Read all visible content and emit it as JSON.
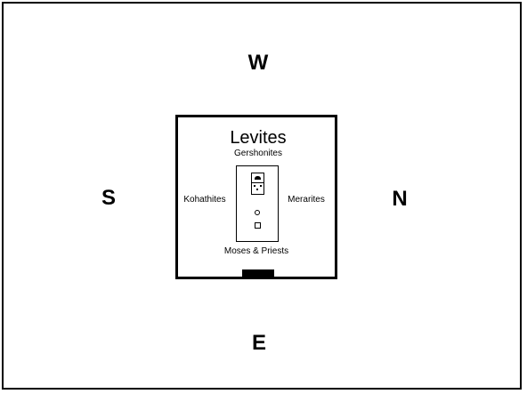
{
  "directions": {
    "west": "W",
    "south": "S",
    "north": "N",
    "east": "E"
  },
  "camp": {
    "title": "Levites",
    "west_clan": "Gershonites",
    "south_clan": "Kohathites",
    "north_clan": "Merarites",
    "east_group": "Moses & Priests"
  },
  "colors": {
    "line": "#000000",
    "background": "#ffffff"
  }
}
